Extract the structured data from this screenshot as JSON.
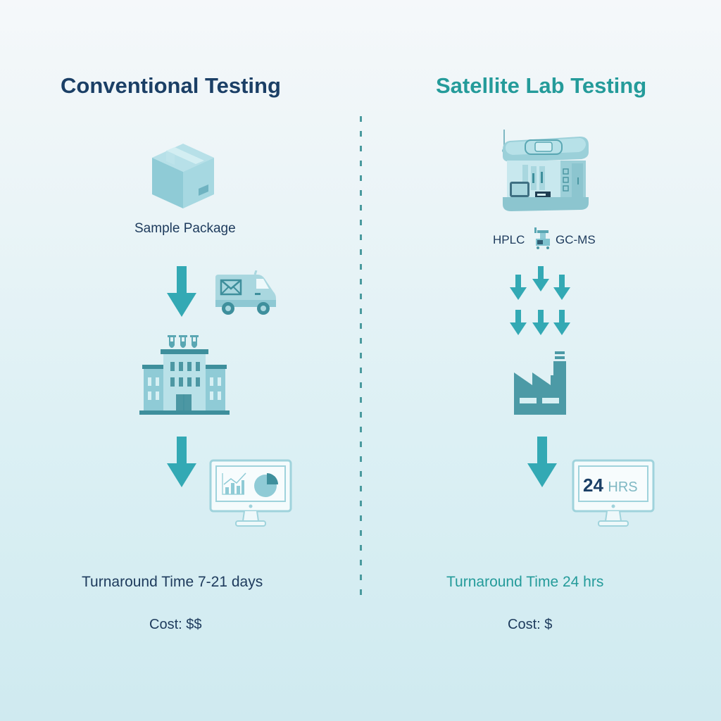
{
  "colors": {
    "navy": "#1b3f66",
    "teal": "#249b9a",
    "arrow": "#33a9b4",
    "icon_light": "#a9d7df",
    "icon_mid": "#7fc3cf",
    "icon_dark": "#4c97a3",
    "divider": "#4a9a9e"
  },
  "left": {
    "title": "Conventional Testing",
    "steps": [
      {
        "icon": "package-icon",
        "label": "Sample Package"
      },
      {
        "icon": "delivery-van-icon",
        "label": ""
      },
      {
        "icon": "lab-building-icon",
        "label": ""
      },
      {
        "icon": "report-monitor-icon",
        "label": ""
      }
    ],
    "turnaround": "Turnaround Time 7-21 days",
    "cost": "Cost: $$"
  },
  "right": {
    "title": "Satellite Lab Testing",
    "steps": [
      {
        "icon": "satellite-lab-unit-icon",
        "label": ""
      },
      {
        "icon": "factory-icon",
        "label": ""
      },
      {
        "icon": "result-monitor-icon",
        "label": ""
      }
    ],
    "instruments": {
      "left": "HPLC",
      "right": "GC-MS"
    },
    "monitor": {
      "number": "24",
      "unit": "HRS"
    },
    "turnaround": "Turnaround Time 24 hrs",
    "cost": "Cost: $"
  }
}
